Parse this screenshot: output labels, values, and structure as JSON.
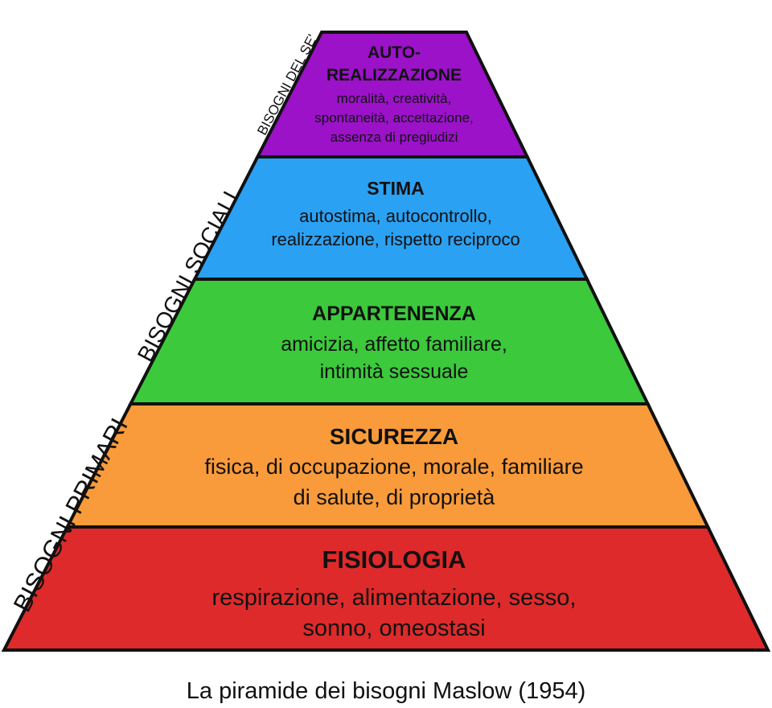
{
  "levels": [
    {
      "title_lines": [
        "AUTO-",
        "REALIZZAZIONE"
      ],
      "items": [
        "moralità, creatività,",
        "spontaneità, accettazione,",
        "assenza di pregiudizi"
      ],
      "color": "#9b12c9"
    },
    {
      "title_lines": [
        "STIMA"
      ],
      "items": [
        "autostima, autocontrollo,",
        "realizzazione, rispetto reciproco"
      ],
      "color": "#2ba1f3"
    },
    {
      "title_lines": [
        "APPARTENENZA"
      ],
      "items": [
        "amicizia, affetto familiare,",
        "intimità sessuale"
      ],
      "color": "#3cc93c"
    },
    {
      "title_lines": [
        "SICUREZZA"
      ],
      "items": [
        "fisica, di occupazione, morale, familiare",
        "di salute, di proprietà"
      ],
      "color": "#f99b3a"
    },
    {
      "title_lines": [
        "FISIOLOGIA"
      ],
      "items": [
        "respirazione, alimentazione, sesso,",
        "sonno, omeostasi"
      ],
      "color": "#de2a2a"
    }
  ],
  "side_labels": [
    "BISOGNI DEL SE'",
    "BISOGNI SOCIALI",
    "BISOGNI PRIMARI"
  ],
  "caption": "La piramide dei bisogni Maslow (1954)"
}
